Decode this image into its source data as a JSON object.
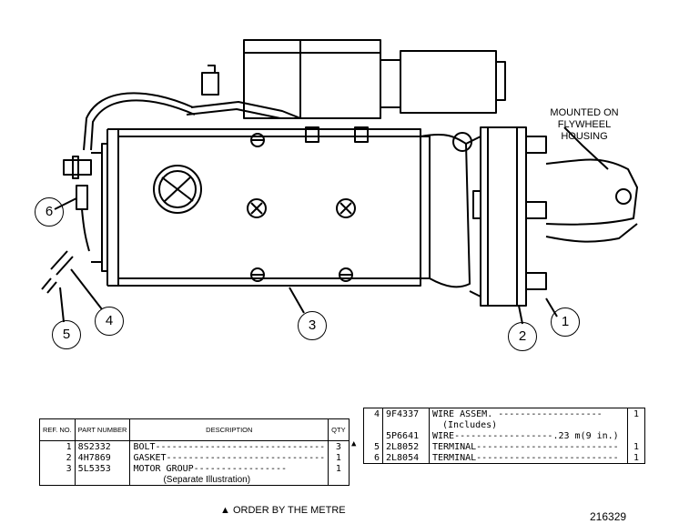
{
  "diagram": {
    "note_mount": "MOUNTED ON\nFLYWHEEL\nHOUSING",
    "callouts": [
      "1",
      "2",
      "3",
      "4",
      "5",
      "6"
    ]
  },
  "table_left": {
    "headers": {
      "ref_no": "REF. NO.",
      "part_number": "PART NUMBER",
      "description": "DESCRIPTION",
      "qty": "QTY"
    },
    "rows": [
      {
        "ref": "1",
        "part": "8S2332",
        "desc": "BOLT-------------------------------",
        "qty": "3"
      },
      {
        "ref": "2",
        "part": "4H7869",
        "desc": "GASKET-----------------------------",
        "qty": "1"
      },
      {
        "ref": "3",
        "part": "5L5353",
        "desc": "MOTOR GROUP-----------------",
        "qty": "1"
      },
      {
        "ref": "",
        "part": "",
        "desc": "(Separate Illustration)",
        "qty": ""
      }
    ]
  },
  "table_right": {
    "rows": [
      {
        "ref": "4",
        "part": "9F4337",
        "desc": "WIRE ASSEM. -------------------",
        "qty": "1"
      },
      {
        "ref": "",
        "part": "",
        "desc": "(Includes)",
        "qty": ""
      },
      {
        "ref": "",
        "part": "5P6641",
        "desc": "WIRE------------------.23 m(9 in.)",
        "qty": ""
      },
      {
        "ref": "5",
        "part": "2L8052",
        "desc": "TERMINAL--------------------------",
        "qty": "1"
      },
      {
        "ref": "6",
        "part": "2L8054",
        "desc": "TERMINAL--------------------------",
        "qty": "1"
      }
    ],
    "order_mark": "▲"
  },
  "footer": {
    "order_note": "▲ ORDER BY THE METRE",
    "figure_number": "216329"
  }
}
